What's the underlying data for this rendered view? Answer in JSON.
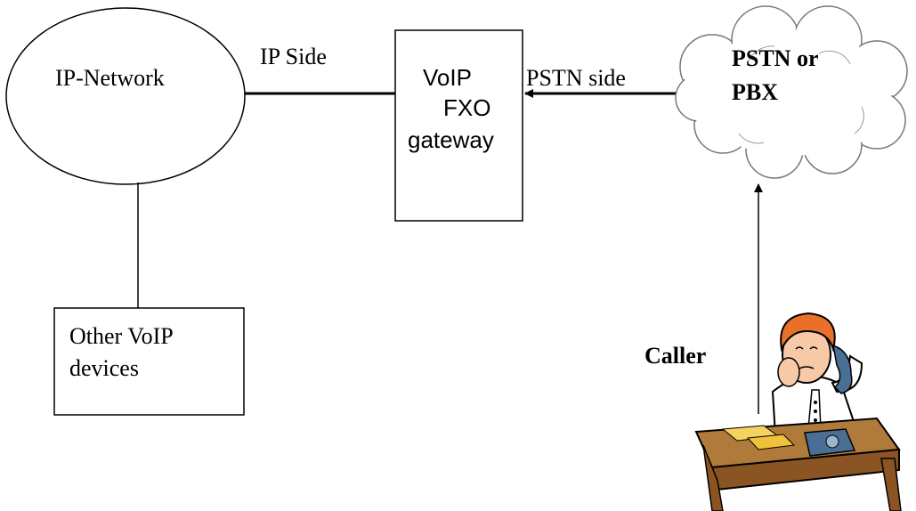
{
  "nodes": {
    "ip_network": {
      "label": "IP-Network"
    },
    "gateway": {
      "line1": "VoIP",
      "line2": "FXO",
      "line3": "gateway"
    },
    "pstn": {
      "line1": "PSTN or",
      "line2": "PBX"
    },
    "other_devices": {
      "line1": "Other VoIP",
      "line2": "devices"
    },
    "caller": {
      "label": "Caller"
    }
  },
  "edges": {
    "ip_side": {
      "label": "IP Side"
    },
    "pstn_side": {
      "label": "PSTN side"
    }
  },
  "icons": {
    "cloud": "cloud-icon",
    "caller_clipart": "person-on-phone-icon"
  }
}
